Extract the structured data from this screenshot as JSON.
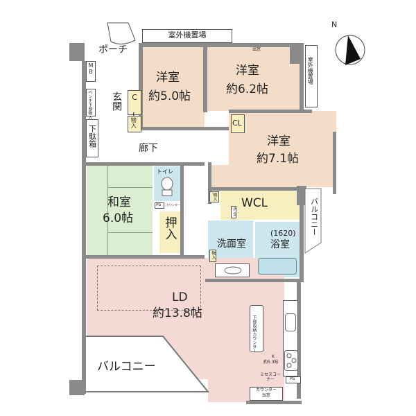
{
  "floor_plan": {
    "compass": {
      "label": "N",
      "icon": "north-arrow-icon"
    },
    "rooms": {
      "porch": {
        "label": "ポーチ"
      },
      "mb": {
        "label": "M B"
      },
      "entrance": {
        "label": "玄関"
      },
      "bench_storage": {
        "label": "ベンチ下部物入"
      },
      "shoe_box": {
        "label": "下駄箱"
      },
      "closet_cl_1": {
        "label": "C L"
      },
      "storage_1": {
        "label": "物入"
      },
      "western_room_1": {
        "name": "洋室",
        "size": "約5.0帖"
      },
      "western_room_2": {
        "name": "洋室",
        "size": "約6.2帖"
      },
      "closet_cl_2": {
        "label": "CL"
      },
      "western_room_3": {
        "name": "洋室",
        "size": "約7.1帖"
      },
      "outdoor_unit_top": {
        "label": "室外機置場"
      },
      "outdoor_unit_right": {
        "label": "室外機置場"
      },
      "window_top": {
        "label": "出窓"
      },
      "hallway": {
        "label": "廊下"
      },
      "japanese_room": {
        "name": "和室",
        "size": "6.0帖"
      },
      "toilet": {
        "label": "トイレ"
      },
      "ps_toilet": {
        "label": "PS"
      },
      "counter_toilet": {
        "label": "カウンター"
      },
      "oshiire": {
        "label": "押入"
      },
      "wcl": {
        "label": "WCL"
      },
      "storage_wcl": {
        "label": "物入"
      },
      "ps_wash": {
        "label": "PS"
      },
      "washroom": {
        "label": "洗面室"
      },
      "storage_wash": {
        "label": "物入"
      },
      "bathroom": {
        "size_note": "(1620)",
        "label": "浴室"
      },
      "balcony_right": {
        "label": "バルコニー"
      },
      "ld": {
        "name": "LD",
        "size": "約13.8帖"
      },
      "balcony_bottom": {
        "label": "バルコニー"
      },
      "counter_storage": {
        "label": "下部収納カウンター"
      },
      "kitchen": {
        "name": "K",
        "size": "約5.3帖"
      },
      "misses_corner": {
        "label": "ミセスコーナー"
      },
      "ps_kitchen": {
        "label": "PS"
      },
      "counter_window": {
        "line1": "カウンター",
        "line2": "出窓"
      }
    },
    "colors": {
      "wall": "#8a8a8a",
      "western_room": "#f3dcc8",
      "japanese_room": "#dbeed2",
      "wet_area": "#cde6ee",
      "storage": "#f7efbf",
      "ld": "#f5d9d5"
    }
  }
}
